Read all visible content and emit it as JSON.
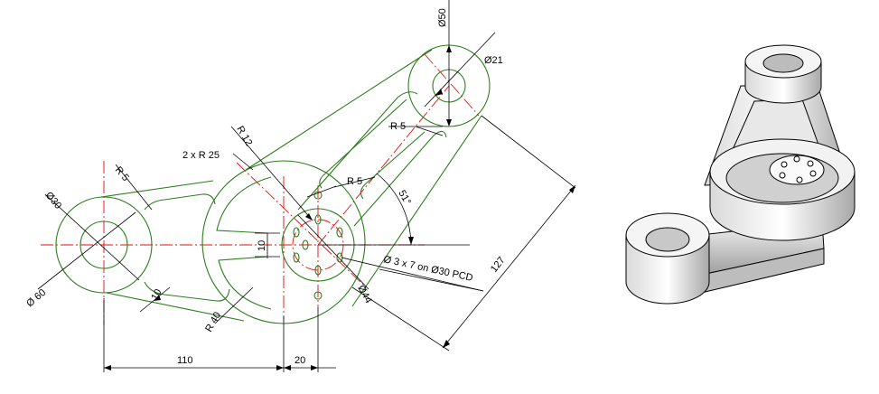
{
  "dimensions": {
    "d50": "Ø50",
    "d21": "Ø21",
    "r5_top": "R 5",
    "two_r25": "2 x R  25",
    "r12": "R 12",
    "r5_left": "R 5",
    "d30": "Ø30",
    "r5_mid": "R 5",
    "angle51": "51°",
    "len127": "127",
    "d60": "Ø 60",
    "w10_left": "10",
    "r40": "R 40",
    "w10_center": "10",
    "holes": "Ø 3 x 7 on Ø30 PCD",
    "d44": "Ø44",
    "len110": "110",
    "len20": "20"
  },
  "colors": {
    "outline": "#2e7d1e",
    "centerline": "#e01010",
    "dimension": "#000000"
  },
  "views": [
    "orthographic-drawing",
    "isometric-render"
  ]
}
